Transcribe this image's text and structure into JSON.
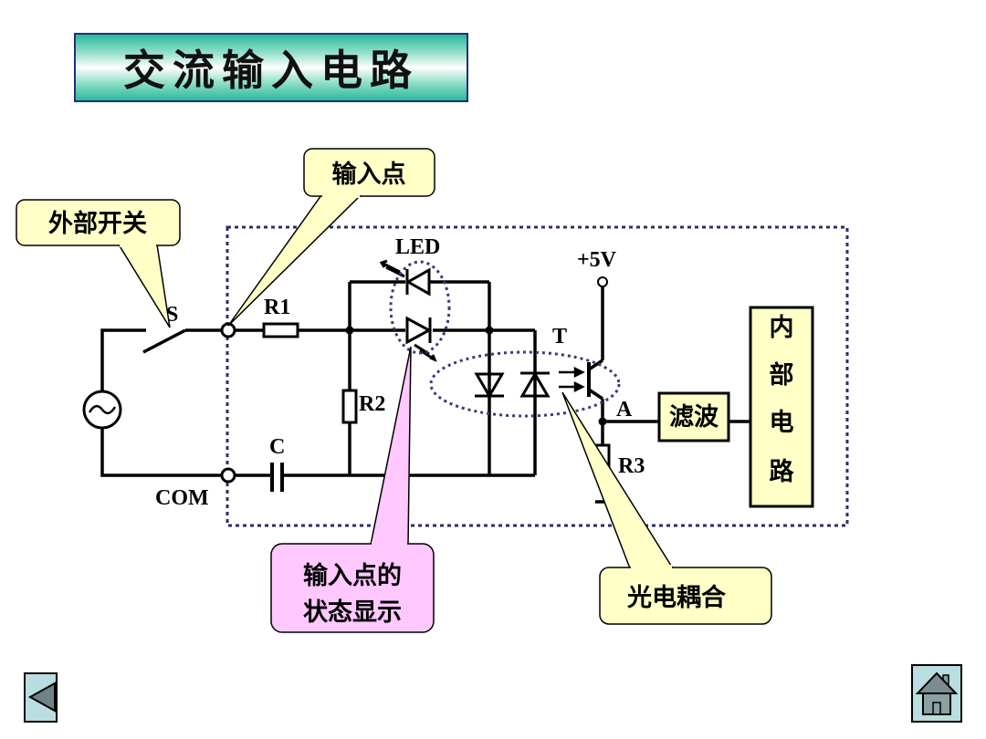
{
  "slide": {
    "title": "交流输入电路"
  },
  "callouts": {
    "external_switch": "外部开关",
    "input_point": "输入点",
    "status_display_line1": "输入点的",
    "status_display_line2": "状态显示",
    "optocoupler": "光电耦合"
  },
  "components": {
    "switch": "S",
    "r1": "R1",
    "r2": "R2",
    "r3": "R3",
    "capacitor": "C",
    "com": "COM",
    "led": "LED",
    "supply": "+5V",
    "transistor": "T",
    "node_a": "A",
    "filter": "滤波",
    "internal_circuit": [
      "内",
      "部",
      "电",
      "路"
    ]
  },
  "colors": {
    "callout_yellow": "#ffffc8",
    "callout_pink": "#ffc8ff",
    "dotted_border": "#2e2e6e",
    "title_border": "#1f2f7a",
    "title_gradient": "#29b89a",
    "nav_button_bg": "#b9dde0"
  },
  "nav": {
    "back_icon": "back-triangle",
    "home_icon": "house"
  }
}
